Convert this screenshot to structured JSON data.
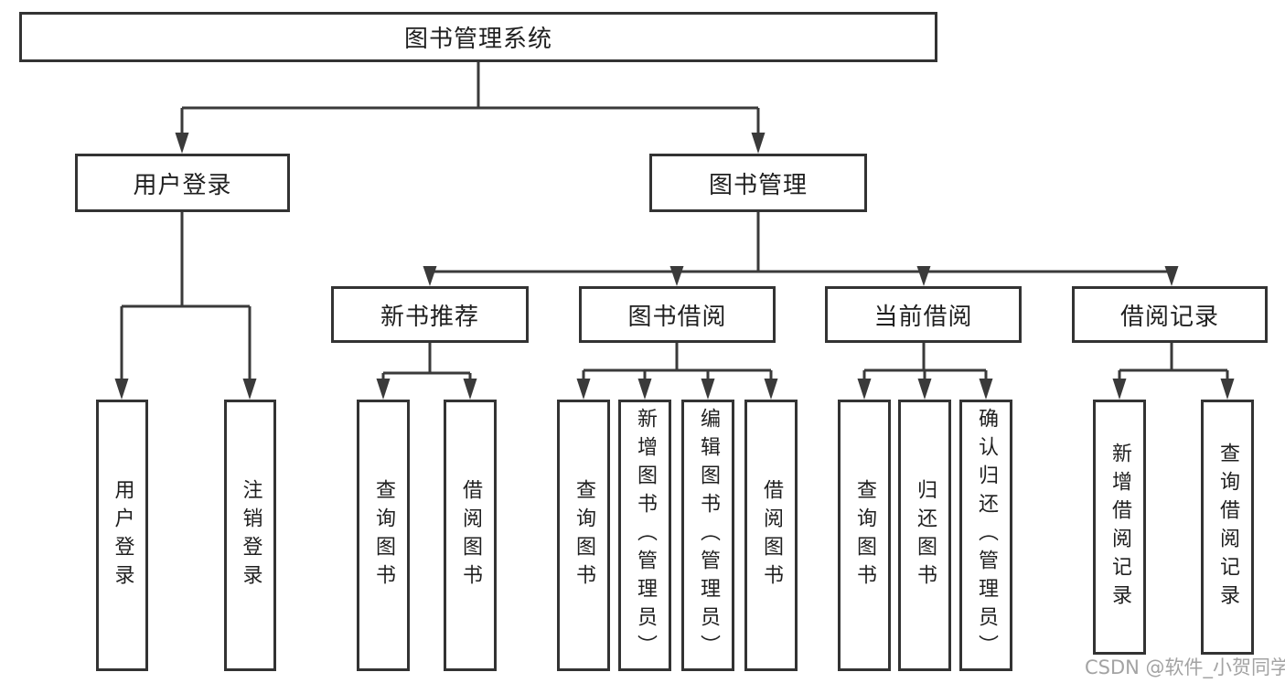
{
  "diagram": {
    "root": {
      "label": "图书管理系统",
      "children": [
        {
          "label": "用户登录",
          "children": [
            {
              "label": "用户登录"
            },
            {
              "label": "注销登录"
            }
          ]
        },
        {
          "label": "图书管理",
          "children": [
            {
              "label": "新书推荐",
              "children": [
                {
                  "label": "查询图书"
                },
                {
                  "label": "借阅图书"
                }
              ]
            },
            {
              "label": "图书借阅",
              "children": [
                {
                  "label": "查询图书"
                },
                {
                  "label": "新增图书（管理员）"
                },
                {
                  "label": "编辑图书（管理员）"
                },
                {
                  "label": "借阅图书"
                }
              ]
            },
            {
              "label": "当前借阅",
              "children": [
                {
                  "label": "查询图书"
                },
                {
                  "label": "归还图书"
                },
                {
                  "label": "确认归还（管理员）"
                }
              ]
            },
            {
              "label": "借阅记录",
              "children": [
                {
                  "label": "新增借阅记录"
                },
                {
                  "label": "查询借阅记录"
                }
              ]
            }
          ]
        }
      ]
    }
  },
  "watermark": {
    "text": "CSDN @软件_小贺同学"
  },
  "colors": {
    "line": "#3a3a3a",
    "box_border": "#333333",
    "text": "#1f1f1f",
    "watermark": "#a3a3a3",
    "background": "#ffffff"
  }
}
